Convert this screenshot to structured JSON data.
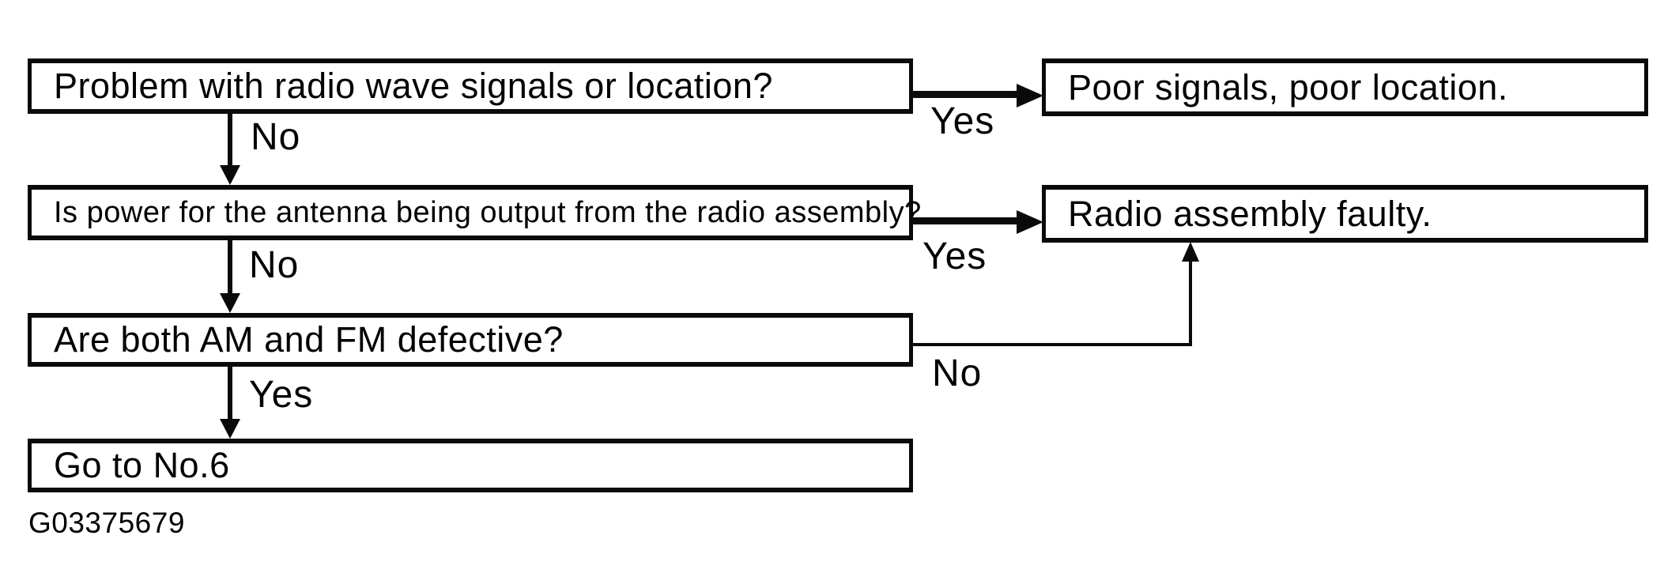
{
  "diagram": {
    "title": "Radio antenna troubleshooting flowchart",
    "caption": "G03375679",
    "nodes": [
      {
        "id": "q1",
        "type": "question",
        "text": "Problem with radio wave signals or location?"
      },
      {
        "id": "q2",
        "type": "question",
        "text": "Is power for the antenna being output from the radio assembly?"
      },
      {
        "id": "q3",
        "type": "question",
        "text": "Are both AM and FM defective?"
      },
      {
        "id": "q4",
        "type": "action",
        "text": "Go to No.6"
      },
      {
        "id": "r1",
        "type": "result",
        "text": "Poor signals, poor location."
      },
      {
        "id": "r2",
        "type": "result",
        "text": "Radio assembly faulty."
      }
    ],
    "edges": [
      {
        "from": "q1",
        "to": "r1",
        "label": "Yes"
      },
      {
        "from": "q1",
        "to": "q2",
        "label": "No"
      },
      {
        "from": "q2",
        "to": "r2",
        "label": "Yes"
      },
      {
        "from": "q2",
        "to": "q3",
        "label": "No"
      },
      {
        "from": "q3",
        "to": "r2",
        "label": "No"
      },
      {
        "from": "q3",
        "to": "q4",
        "label": "Yes"
      }
    ],
    "colors": {
      "ink": "#0a0a0a",
      "paper": "#ffffff"
    }
  }
}
